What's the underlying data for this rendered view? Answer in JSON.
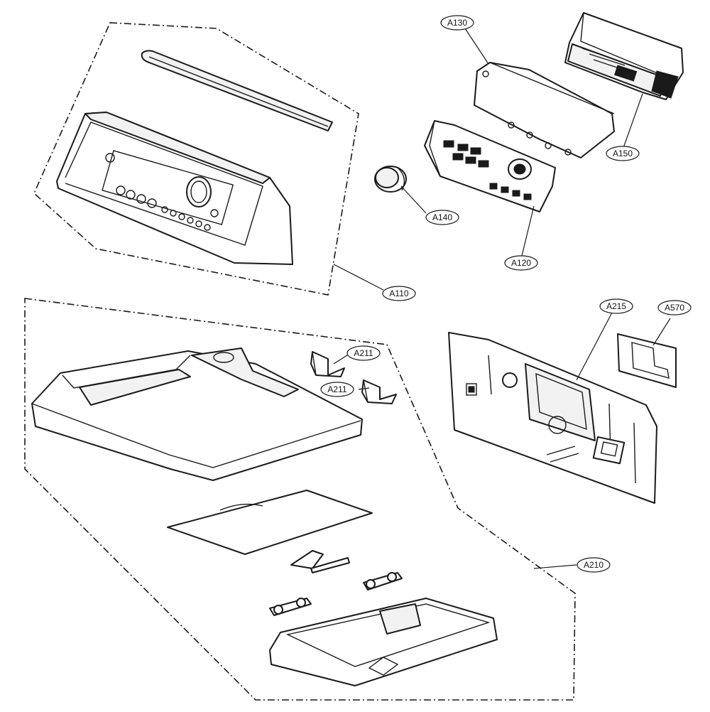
{
  "callouts": {
    "a130": "A130",
    "a150": "A150",
    "a140": "A140",
    "a120": "A120",
    "a110": "A110",
    "a215": "A215",
    "a570": "A570",
    "a211_top": "A211",
    "a211_bottom": "A211",
    "a210": "A210"
  },
  "colors": {
    "line": "#1a1a1a",
    "background": "#ffffff",
    "part_shade": "#f2f2f2"
  }
}
